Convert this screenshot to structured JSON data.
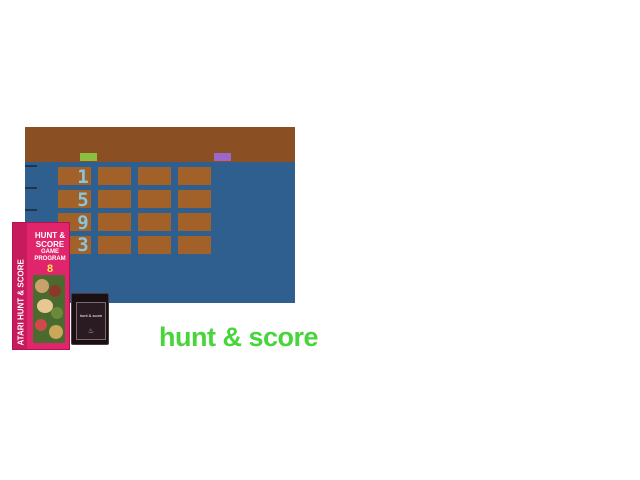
{
  "game": {
    "tiles": {
      "rows": 4,
      "cols": 4,
      "numbers": [
        "1",
        "5",
        "9",
        "3"
      ]
    },
    "colors": {
      "background": "#2e5f8f",
      "band": "#8a4f22",
      "tile": "#a26128",
      "number": "#86c6df",
      "player1": "#8bbf3f",
      "player2": "#9a68c8"
    }
  },
  "packaging": {
    "box": {
      "spine_text": "ATARI HUNT & SCORE",
      "title_line1": "HUNT & SCORE",
      "title_line2": "GAME PROGRAM",
      "game_count": "8"
    },
    "cartridge": {
      "label_line1": "hunt & score"
    }
  },
  "logo_text": "hunt & score",
  "logo_color": "#48d53c"
}
